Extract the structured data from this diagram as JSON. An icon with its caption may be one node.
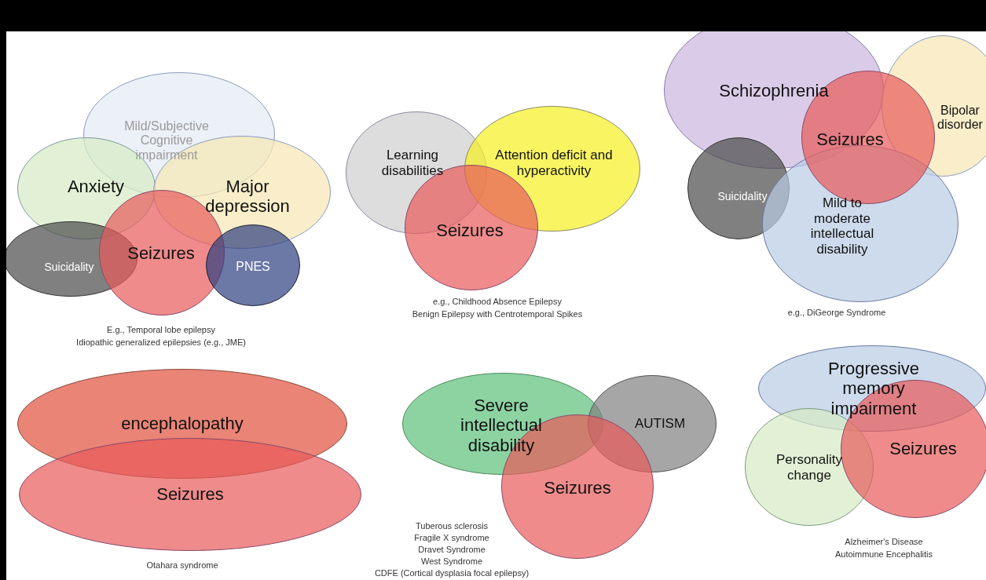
{
  "diagram": {
    "nodes": [
      {
        "text": [
          "Mild/Subjective Cognitive impairment"
        ]
      },
      {
        "text": [
          "Anxiety"
        ]
      },
      {
        "text": [
          "Major depression"
        ]
      },
      {
        "text": [
          "Suicidality"
        ]
      },
      {
        "text": [
          "Seizures"
        ]
      },
      {
        "text": [
          "PNES"
        ]
      },
      {
        "text": [
          "Learning disabilities"
        ]
      },
      {
        "text": [
          "Attention deficit and hyperactivity"
        ]
      },
      {
        "text": [
          "Seizures"
        ]
      },
      {
        "text": [
          "Schizophrenia"
        ]
      },
      {
        "text": [
          "Bipolar disorder"
        ]
      },
      {
        "text": [
          "Seizures"
        ]
      },
      {
        "text": [
          "Suicidality"
        ]
      },
      {
        "text": [
          "Mild to moderate intellectual disability"
        ]
      },
      {
        "text": [
          "encephalopathy"
        ]
      },
      {
        "text": [
          "Seizures"
        ]
      },
      {
        "text": [
          "Severe intellectual disability"
        ]
      },
      {
        "text": [
          "AUTISM"
        ]
      },
      {
        "text": [
          "Seizures"
        ]
      },
      {
        "text": [
          "Progressive memory impairment"
        ]
      },
      {
        "text": [
          "Personality change"
        ]
      },
      {
        "text": [
          "Seizures"
        ]
      }
    ],
    "labels": [
      "E.g., Temporal lobe epilepsy",
      "Idiopathic generalized epilepsies (e.g., JME)",
      "e.g., Childhood Absence Epilepsy",
      "Benign Epilepsy with Centrotemporal Spikes",
      "e.g., DiGeorge Syndrome",
      "Otahara syndrome",
      "Tuberous sclerosis",
      "Fragile X syndrome",
      "Dravet Syndrome",
      "West Syndrome",
      "CDFE (Cortical dysplasia focal epilepsy)",
      "Alzheimer's Disease",
      "Autoimmune Encephalitis"
    ]
  }
}
